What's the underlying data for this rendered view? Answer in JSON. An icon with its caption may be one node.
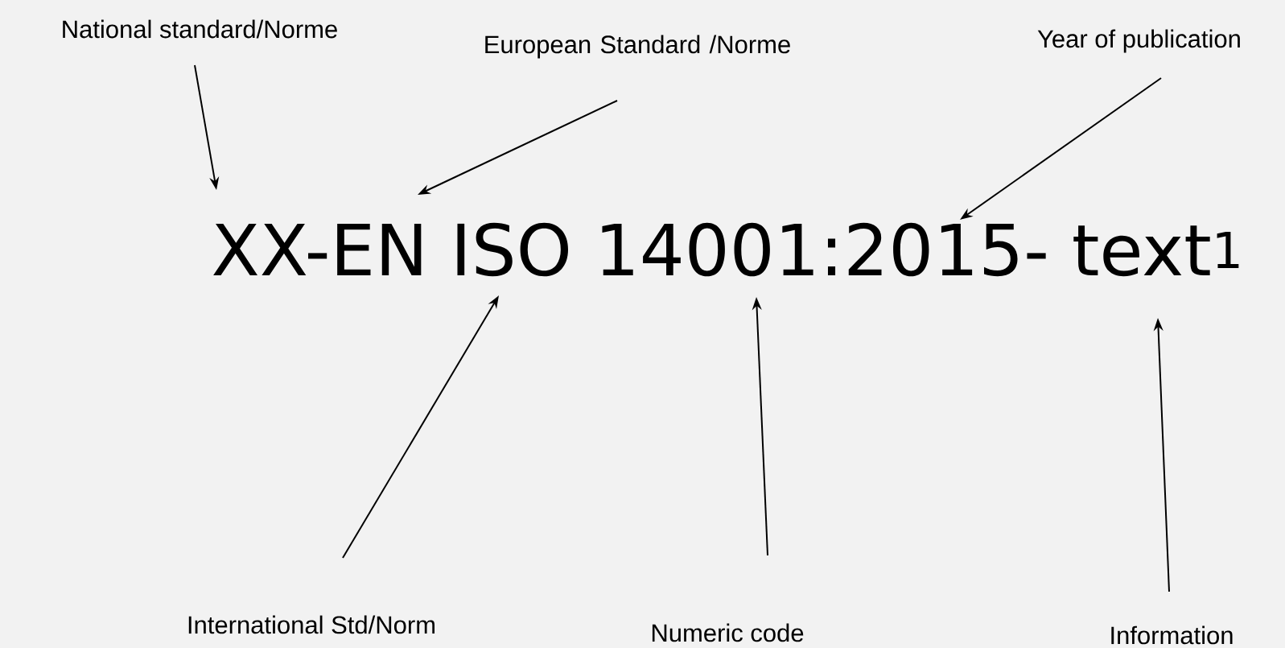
{
  "diagram": {
    "nodes": [
      {
        "text": [
          "National standard/Norme"
        ]
      },
      {
        "text": [
          "European Standard /Norme"
        ]
      },
      {
        "text": [
          "Year of publication"
        ]
      },
      {
        "text": [
          "XX-EN ISO 14001:2015- text$^{1}$"
        ]
      },
      {
        "text": [
          "International Std/Norm"
        ]
      },
      {
        "text": [
          "Numeric code"
        ]
      },
      {
        "text": [
          "Information"
        ]
      }
    ],
    "edges": [
      {
        "from": 0,
        "to": 3,
        "arrow": "to"
      },
      {
        "from": 1,
        "to": 3,
        "arrow": "to"
      },
      {
        "from": 2,
        "to": 3,
        "arrow": "to"
      },
      {
        "from": 4,
        "to": 3,
        "arrow": "to"
      },
      {
        "from": 5,
        "to": 3,
        "arrow": "to"
      },
      {
        "from": 6,
        "to": 3,
        "arrow": "to"
      }
    ]
  }
}
